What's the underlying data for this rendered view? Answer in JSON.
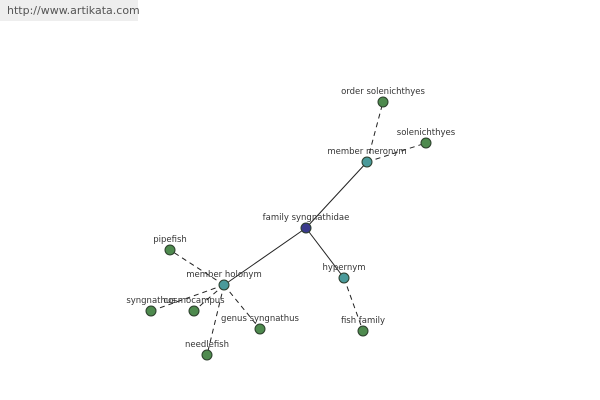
{
  "header": {
    "source_url": "http://www.artikata.com"
  },
  "colors": {
    "root": "#3a3a8c",
    "relation": "#4a9a9a",
    "leaf": "#4e8a4e"
  },
  "graph": {
    "nodes": [
      {
        "id": "family",
        "label": "family syngnathidae",
        "kind": "root"
      },
      {
        "id": "meronym",
        "label": "member meronym",
        "kind": "relation"
      },
      {
        "id": "holonym",
        "label": "member holonym",
        "kind": "relation"
      },
      {
        "id": "hypernym",
        "label": "hypernym",
        "kind": "relation"
      },
      {
        "id": "order",
        "label": "order solenichthyes",
        "kind": "leaf"
      },
      {
        "id": "solen",
        "label": "solenichthyes",
        "kind": "leaf"
      },
      {
        "id": "fishfam",
        "label": "fish family",
        "kind": "leaf"
      },
      {
        "id": "pipefish",
        "label": "pipefish",
        "kind": "leaf"
      },
      {
        "id": "syngnathus",
        "label": "syngnathus",
        "kind": "leaf"
      },
      {
        "id": "cosmo",
        "label": "cosmocampus",
        "kind": "leaf"
      },
      {
        "id": "genus",
        "label": "genus syngnathus",
        "kind": "leaf"
      },
      {
        "id": "needlefish",
        "label": "needlefish",
        "kind": "leaf"
      }
    ],
    "edges": [
      {
        "from": "family",
        "to": "meronym",
        "style": "solid"
      },
      {
        "from": "family",
        "to": "holonym",
        "style": "solid"
      },
      {
        "from": "family",
        "to": "hypernym",
        "style": "solid"
      },
      {
        "from": "meronym",
        "to": "order",
        "style": "dashed"
      },
      {
        "from": "meronym",
        "to": "solen",
        "style": "dashed"
      },
      {
        "from": "hypernym",
        "to": "fishfam",
        "style": "dashed"
      },
      {
        "from": "holonym",
        "to": "pipefish",
        "style": "dashed"
      },
      {
        "from": "holonym",
        "to": "syngnathus",
        "style": "dashed"
      },
      {
        "from": "holonym",
        "to": "cosmo",
        "style": "dashed"
      },
      {
        "from": "holonym",
        "to": "genus",
        "style": "dashed"
      },
      {
        "from": "holonym",
        "to": "needlefish",
        "style": "dashed"
      }
    ]
  }
}
